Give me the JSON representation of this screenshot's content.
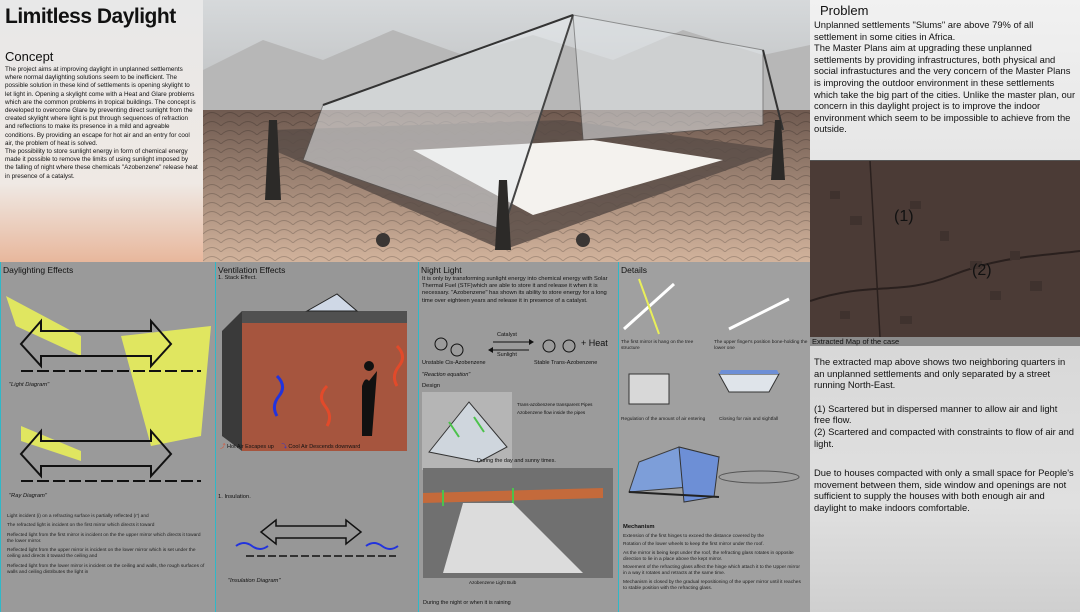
{
  "title": "Limitless Daylight",
  "concept": {
    "heading": "Concept",
    "text": "The project aims at improving daylight in unplanned settlements where normal daylighting solutions seem to be inefficient. The possible solution in these kind of settlements is opening skylight to let light in. Opening a skylight come with a Heat and Glare problems which are the common problems in tropical buildings. The concept is developed to overcome Glare by preventing direct sunlight from the created skylight where light is put through sequences of refraction and reflections to make its presence in a mild and agreable conditions. By providing an escape for hot air and an entry for cool air, the problem of heat is solved.",
    "text2": "The possibility to store sunlight energy in form of chemical energy made it possible to remove the limits of using sunlight imposed by the falling of night where these chemicals \"Azobenzene\" release heat in presence of a catalyst."
  },
  "problem": {
    "heading": "Problem",
    "text": "Unplanned settlements \"Slums\" are above 79% of all settlement  in some cities in Africa.\nThe Master Plans aim at upgrading these unplanned settlements by providing infrastructures, both physical and social infrastuctures and the very concern of the Master Plans is improving the outdoor environment in these settlements which take the big part of the cities. Unlike the master plan, our concern in this daylight project is to improve the indoor environment which seem to be impossible to achieve from the outside."
  },
  "map": {
    "label1": "(1)",
    "label2": "(2)",
    "caption": "Extracted Map of the case"
  },
  "extracted": {
    "p1": "The extracted map above shows two neighboring quarters in an unplanned settlements and only separated by a street running North-East.",
    "p2": " (1) Scartered but in dispersed manner  to allow air and light free flow.",
    "p3": " (2) Scartered and compacted with constraints to flow of air and light.",
    "p4": "Due to houses compacted with only a small space for People's movement between them, side window and openings are not sufficient to supply the houses with both enough air and daylight to make indoors comfortable."
  },
  "daylighting": {
    "heading": "Daylighting Effects",
    "light_diagram": "\"Light Diagram\"",
    "ray_diagram": "\"Ray Diagram\"",
    "notes": [
      "Light incident (i) on a refracting surface is partially reflected (r') and",
      "The refracted light is incident on the first mirror which directs it toward",
      "Reflected light from the first mirror is incident on the the upper mirror which directs it toward the lower mirror.",
      "Reflected light from the upper mirror is incident on the lower mirror which is set under the ceiling and directs it toward the ceiling and",
      "Reflected light from the lower mirror is incident on the ceiling and walls, the rough surfaces of walls and ceiling distributes the light in"
    ]
  },
  "ventilation": {
    "heading": "Ventilation Effects",
    "sub1": "1. Stack Effect.",
    "hot": "Hot Air Escapes up",
    "cool": "Cool Air Descends downward",
    "sub2": "1. Insulation.",
    "insulation_diagram": "\"Insulation Diagram\""
  },
  "night": {
    "heading": "Night Light",
    "text": "It is only by transforming sunlight energy into chemical energy with Solar Thermal Fuel (STF)which are able to store it and release it when it is necessary. \"Azobenzene\" has shown its ability to store energy for a long time over eighteen years and release it in presence of a catalyst.",
    "catalyst": "Catalyst",
    "sunlight": "Sunlight",
    "heat": "+ Heat",
    "left_mol": "Unstable Cis-Azobenzene",
    "right_mol": "Stable Trans-Azobenzene",
    "reaction": "\"Reaction equation\"",
    "design": "Design",
    "legend1": "Trans-azobenzene transparent Pipes",
    "legend2": "Azobenzene flow inside the pipes",
    "day_caption": "During the day and sunny times.",
    "bulb": "Azobenzene Light Bulb",
    "night_caption": "During the night or when it is raining"
  },
  "details": {
    "heading": "Details",
    "cap1": "The first mirror is hang on the tree structure",
    "cap2": "The upper finger's position bone-holding the lower one",
    "cap3": "Regulation of the amount of air entering",
    "cap4": "Closing for rain and sightfall",
    "mech_heading": "Mechanism",
    "mech": [
      "Extension of the first hinges to exceed the distance covered by the",
      "Rotation of the lower wheels to keep the first mirror under the roof.",
      "As the mirror is being kept under the roof, the refracting glass rotates in opposite direction to lie in a place above the kept mirror.",
      "Movement of the refracting glass affect the hinge which attach it to the Upper mirror in a way it rotates and retracts at the same time.",
      "Mechanism is closed by the gradual repositioning of the upper mirror until it reaches to stable position with the refracting glass."
    ]
  }
}
